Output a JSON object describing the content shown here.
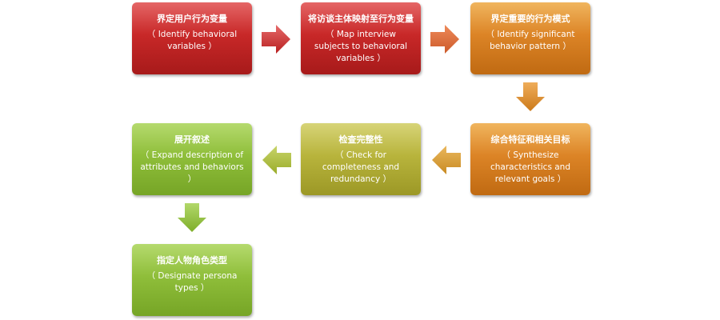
{
  "steps": [
    {
      "title": "界定用户行为变量",
      "subtitle": "（ Identify behavioral variables ）",
      "color": "#c82828"
    },
    {
      "title": "将访谈主体映射至行为变量",
      "subtitle": "（ Map interview subjects to behavioral variables ）",
      "color": "#c82828"
    },
    {
      "title": "界定重要的行为模式",
      "subtitle": "（ Identify significant behavior pattern ）",
      "color": "#dc8426"
    },
    {
      "title": "综合特征和相关目标",
      "subtitle": "（ Synthesize characteristics and relevant goals ）",
      "color": "#dc8426"
    },
    {
      "title": "检查完整性",
      "subtitle": "（ Check for completeness and redundancy ）",
      "color": "#b8b43c"
    },
    {
      "title": "展开叙述",
      "subtitle": "（ Expand description of attributes and behaviors ）",
      "color": "#8fbe3a"
    },
    {
      "title": "指定人物角色类型",
      "subtitle": "（ Designate persona types ）",
      "color": "#8fbe3a"
    }
  ],
  "arrows": [
    {
      "from": 1,
      "to": 2,
      "direction": "right",
      "color": "#c82828"
    },
    {
      "from": 2,
      "to": 3,
      "direction": "right",
      "color": "#dc6a3a"
    },
    {
      "from": 3,
      "to": 4,
      "direction": "down",
      "color": "#dc8426"
    },
    {
      "from": 4,
      "to": 5,
      "direction": "left",
      "color": "#d4982a"
    },
    {
      "from": 5,
      "to": 6,
      "direction": "left",
      "color": "#a8b83a"
    },
    {
      "from": 6,
      "to": 7,
      "direction": "down",
      "color": "#8fbe3a"
    }
  ]
}
